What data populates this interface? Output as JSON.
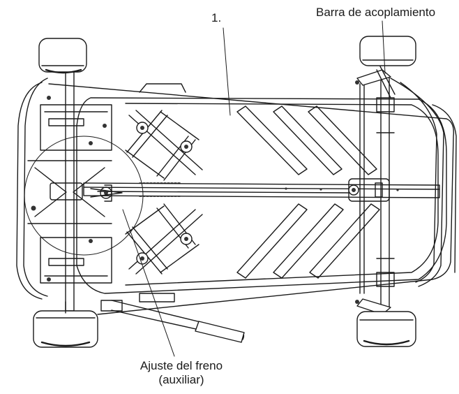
{
  "labels": {
    "part_number": "1.",
    "tie_rod": "Barra de acoplamiento",
    "brake_adjust_line1": "Ajuste del freno",
    "brake_adjust_line2": "(auxiliar)"
  },
  "colors": {
    "line": "#1a1a1a",
    "fill_dark": "#333333",
    "background": "#ffffff"
  }
}
